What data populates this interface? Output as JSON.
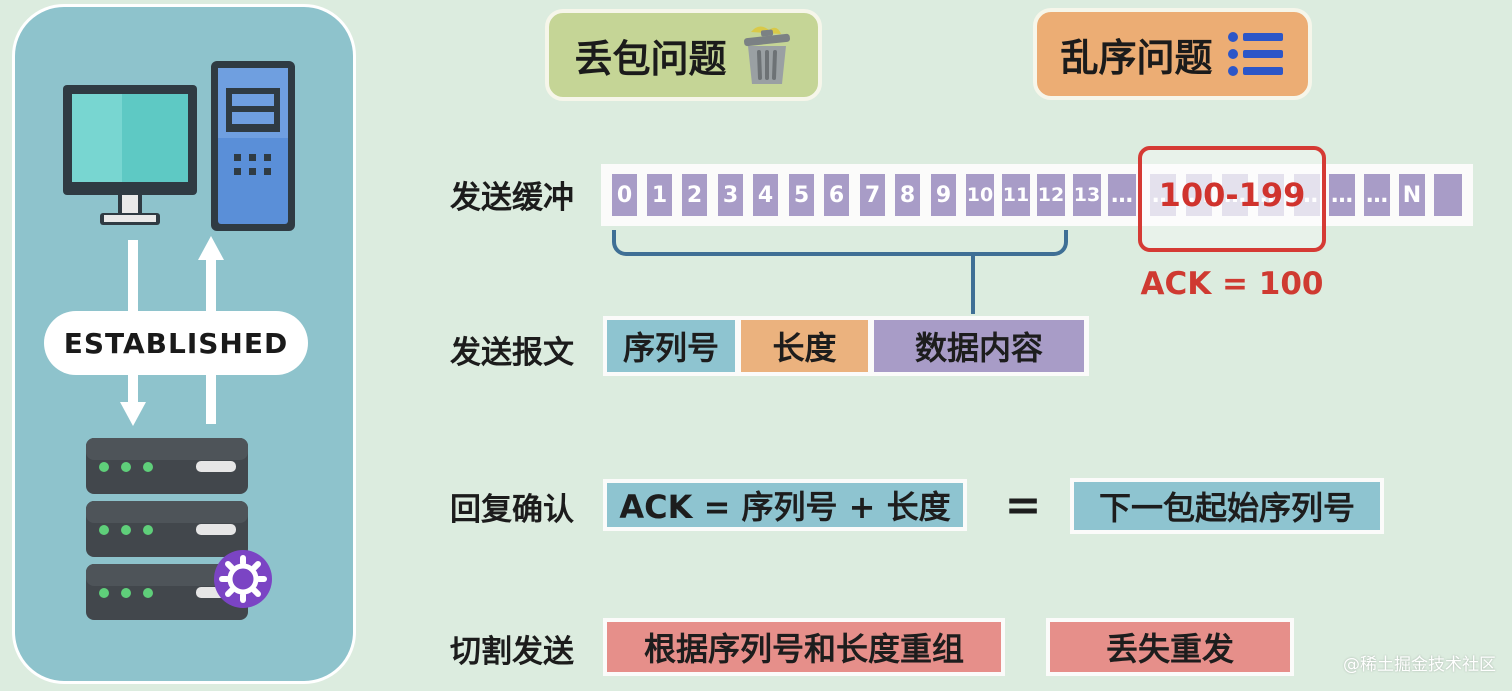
{
  "left_panel": {
    "status_label": "ESTABLISHED"
  },
  "tags": {
    "packet_loss": "丢包问题",
    "out_of_order": "乱序问题"
  },
  "rows": {
    "send_buffer": "发送缓冲",
    "send_packet": "发送报文",
    "ack_reply": "回复确认",
    "split_send": "切割发送"
  },
  "buffer": {
    "cells": [
      "0",
      "1",
      "2",
      "3",
      "4",
      "5",
      "6",
      "7",
      "8",
      "9",
      "10",
      "11",
      "12",
      "13",
      "…",
      "…",
      "…",
      "…",
      "…",
      "…",
      "…",
      "…",
      "N"
    ],
    "highlight_range": "100-199",
    "ack_text": "ACK = 100"
  },
  "packet": {
    "seq": "序列号",
    "length": "长度",
    "data": "数据内容"
  },
  "ack": {
    "formula": "ACK = 序列号 + 长度",
    "equals": "=",
    "next_seq": "下一包起始序列号"
  },
  "split": {
    "reassemble": "根据序列号和长度重组",
    "resend": "丢失重发"
  },
  "watermark": "@稀土掘金技术社区",
  "colors": {
    "background": "#dcecdf",
    "panel": "#8ec3cc",
    "purple_cell": "#a89cc7",
    "blue_cell": "#8ec4d0",
    "orange_cell": "#ebb27e",
    "red_cell": "#e68f8a",
    "highlight": "#d53a34"
  }
}
